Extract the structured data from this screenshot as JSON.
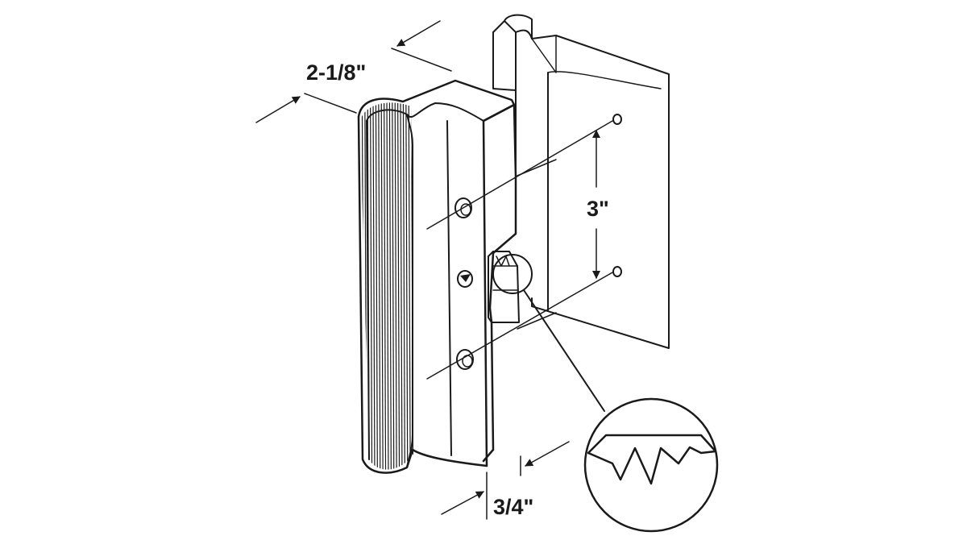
{
  "dimensions": {
    "width": "2-1/8\"",
    "hole_spacing": "3\"",
    "depth": "3/4\""
  },
  "colors": {
    "line": "#1a1a1a",
    "background": "#ffffff"
  }
}
